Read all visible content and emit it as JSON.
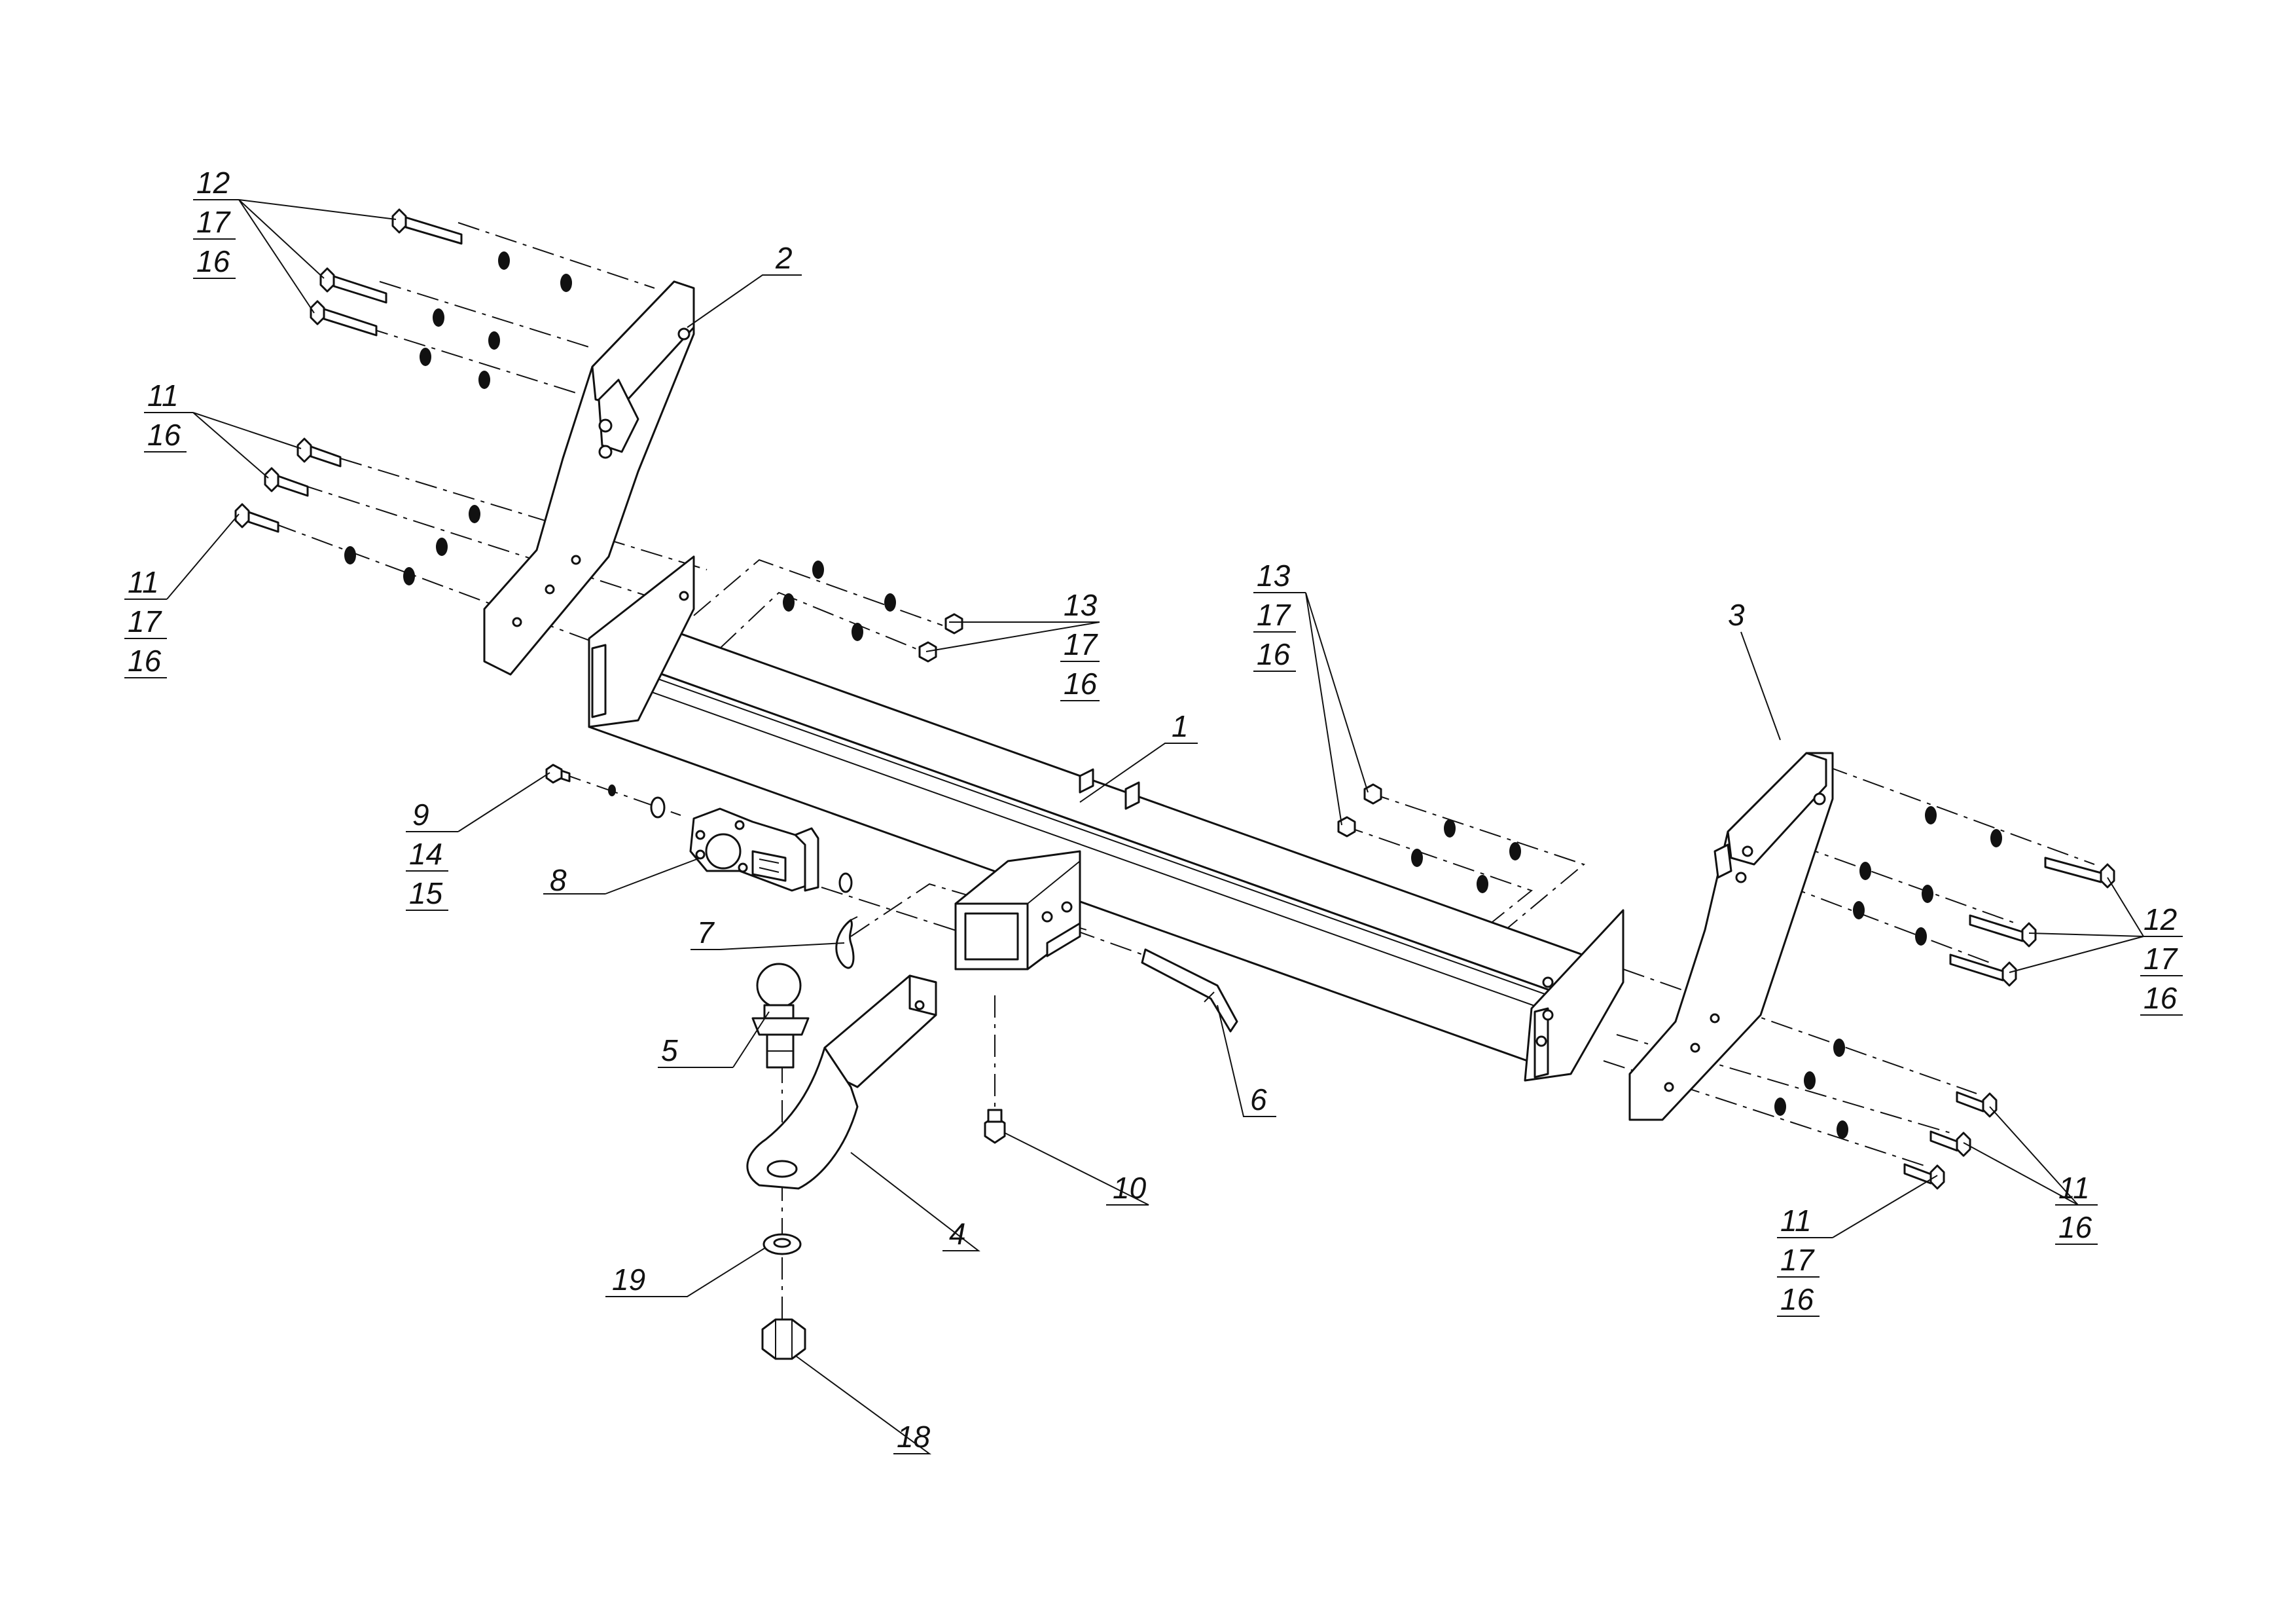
{
  "callouts": [
    {
      "id": "c1",
      "lines": [
        "1"
      ]
    },
    {
      "id": "c2",
      "lines": [
        "2"
      ]
    },
    {
      "id": "c3",
      "lines": [
        "3"
      ]
    },
    {
      "id": "c4",
      "lines": [
        "4"
      ]
    },
    {
      "id": "c5",
      "lines": [
        "5"
      ]
    },
    {
      "id": "c6",
      "lines": [
        "6"
      ]
    },
    {
      "id": "c7",
      "lines": [
        "7"
      ]
    },
    {
      "id": "c8",
      "lines": [
        "8"
      ]
    },
    {
      "id": "c9",
      "lines": [
        "9",
        "14",
        "15"
      ]
    },
    {
      "id": "c10",
      "lines": [
        "10"
      ]
    },
    {
      "id": "c11",
      "lines": [
        "11",
        "16"
      ]
    },
    {
      "id": "c12",
      "lines": [
        "11",
        "17",
        "16"
      ]
    },
    {
      "id": "c13",
      "lines": [
        "12",
        "17",
        "16"
      ]
    },
    {
      "id": "c14",
      "lines": [
        "13",
        "17",
        "16"
      ]
    },
    {
      "id": "c15",
      "lines": [
        "13",
        "17",
        "16"
      ]
    },
    {
      "id": "c16",
      "lines": [
        "12",
        "17",
        "16"
      ]
    },
    {
      "id": "c17",
      "lines": [
        "11",
        "16"
      ]
    },
    {
      "id": "c18",
      "lines": [
        "11",
        "17",
        "16"
      ]
    },
    {
      "id": "c19",
      "lines": [
        "18"
      ]
    },
    {
      "id": "c20",
      "lines": [
        "19"
      ]
    }
  ]
}
